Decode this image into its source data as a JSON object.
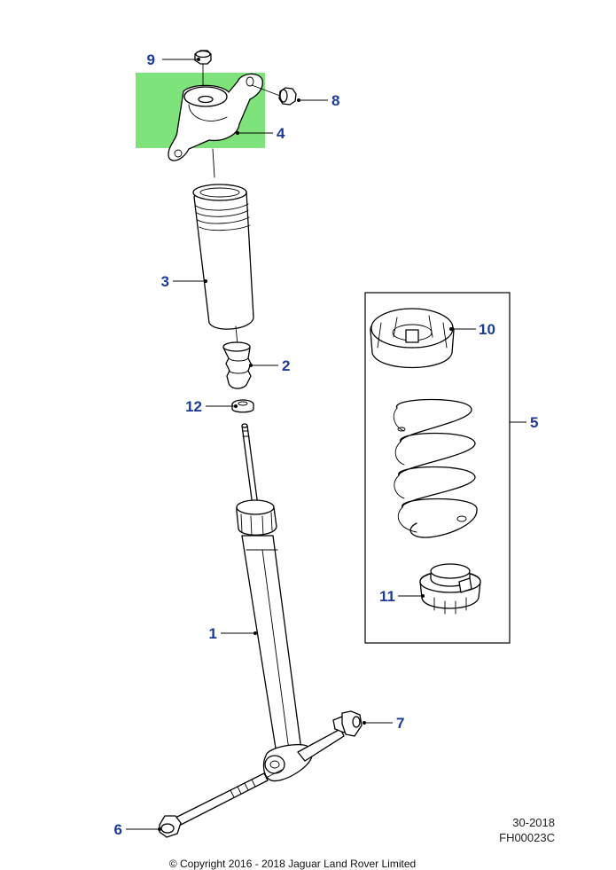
{
  "callouts": [
    {
      "number": "9",
      "part": "nut"
    },
    {
      "number": "8",
      "part": "nut"
    },
    {
      "number": "4",
      "part": "upper mount bracket"
    },
    {
      "number": "3",
      "part": "dust boot"
    },
    {
      "number": "2",
      "part": "bump stop"
    },
    {
      "number": "12",
      "part": "washer"
    },
    {
      "number": "1",
      "part": "shock absorber"
    },
    {
      "number": "7",
      "part": "nut"
    },
    {
      "number": "6",
      "part": "bolt"
    },
    {
      "number": "10",
      "part": "upper spring seat"
    },
    {
      "number": "5",
      "part": "coil spring assembly"
    },
    {
      "number": "11",
      "part": "lower spring seat"
    }
  ],
  "highlight_color": "#7ee37a",
  "callout_color": "#1a3a9c",
  "footer": {
    "date_code": "30-2018",
    "illustration_code": "FH00023C",
    "copyright": "© Copyright  2016 - 2018  Jaguar Land Rover Limited"
  }
}
